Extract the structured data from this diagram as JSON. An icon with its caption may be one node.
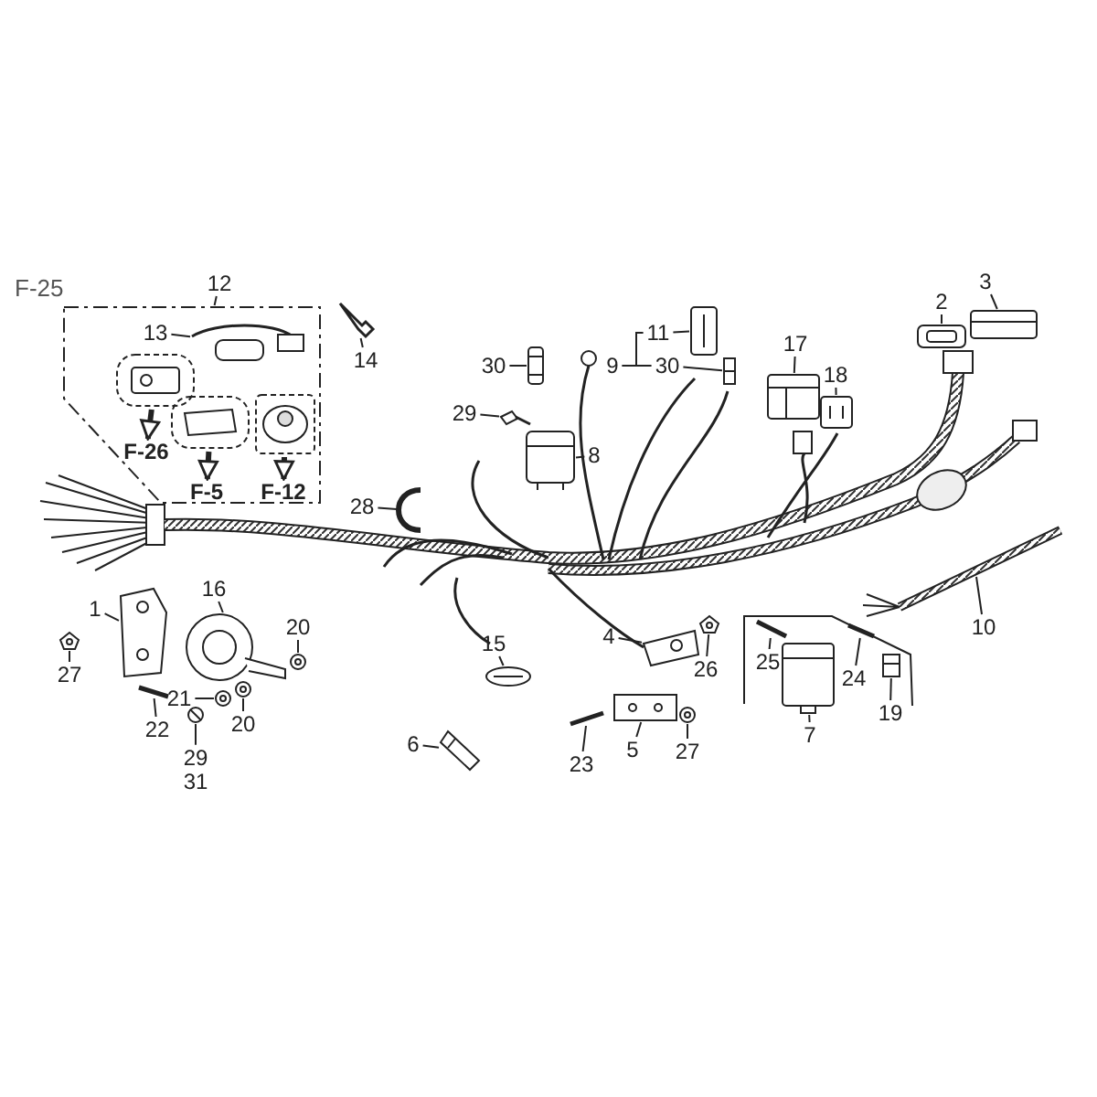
{
  "diagram": {
    "nodes": [
      {
        "text": [
          "12"
        ]
      },
      {
        "text": [],
        "shape": "box"
      },
      {
        "text": [
          "13"
        ],
        "in": 1
      },
      {
        "text": [],
        "shape": "picture",
        "in": 1
      },
      {
        "text": [
          "F-26"
        ],
        "in": 1
      },
      {
        "text": [],
        "shape": "picture",
        "in": 1
      },
      {
        "text": [
          "F-5"
        ],
        "in": 1
      },
      {
        "text": [],
        "shape": "picture",
        "in": 1
      },
      {
        "text": [
          "F-12"
        ],
        "in": 1
      },
      {
        "text": [
          "14"
        ]
      },
      {
        "text": [
          "30"
        ]
      },
      {
        "text": [
          "29"
        ]
      },
      {
        "text": [
          "28"
        ]
      },
      {
        "text": [
          "8"
        ]
      },
      {
        "text": [
          "11"
        ]
      },
      {
        "text": [
          "9"
        ]
      },
      {
        "text": [
          "30"
        ]
      },
      {
        "text": [
          "17"
        ]
      },
      {
        "text": [
          "18"
        ]
      },
      {
        "text": [
          "2"
        ]
      },
      {
        "text": [
          "3"
        ]
      },
      {
        "text": [
          "10"
        ]
      },
      {
        "text": [
          "1"
        ]
      },
      {
        "text": [
          "16"
        ]
      },
      {
        "text": [
          "27"
        ]
      },
      {
        "text": [
          "20"
        ]
      },
      {
        "text": [
          "21"
        ]
      },
      {
        "text": [
          "22"
        ]
      },
      {
        "text": [
          "20"
        ]
      },
      {
        "text": [
          "29",
          "31"
        ]
      },
      {
        "text": [
          "15"
        ]
      },
      {
        "text": [
          "4"
        ]
      },
      {
        "text": [
          "26"
        ]
      },
      {
        "text": [
          "6"
        ]
      },
      {
        "text": [
          "25"
        ]
      },
      {
        "text": [
          "24"
        ]
      },
      {
        "text": [
          "19"
        ]
      },
      {
        "text": [
          "7"
        ]
      },
      {
        "text": [
          "5"
        ]
      },
      {
        "text": [
          "27"
        ]
      },
      {
        "text": [
          "23"
        ]
      },
      {
        "text": [],
        "shape": "picture",
        "in": 1
      },
      {
        "text": [],
        "shape": "picture"
      },
      {
        "text": [],
        "shape": "picture"
      },
      {
        "text": [],
        "shape": "picture"
      },
      {
        "text": [],
        "shape": "picture"
      },
      {
        "text": [],
        "shape": "picture"
      },
      {
        "text": [],
        "shape": "picture"
      },
      {
        "text": [],
        "shape": "picture"
      },
      {
        "text": [],
        "shape": "picture"
      },
      {
        "text": [],
        "shape": "picture"
      },
      {
        "text": [],
        "shape": "picture"
      },
      {
        "text": [],
        "shape": "picture"
      },
      {
        "text": [],
        "shape": "picture"
      },
      {
        "text": [],
        "shape": "picture"
      },
      {
        "text": [],
        "shape": "picture"
      },
      {
        "text": [],
        "shape": "picture"
      },
      {
        "text": [],
        "shape": "picture"
      },
      {
        "text": [],
        "shape": "picture"
      },
      {
        "text": [],
        "shape": "picture"
      },
      {
        "text": [],
        "shape": "picture"
      },
      {
        "text": [],
        "shape": "picture"
      },
      {
        "text": [],
        "shape": "picture"
      },
      {
        "text": [],
        "shape": "picture"
      },
      {
        "text": [],
        "shape": "picture"
      },
      {
        "text": [],
        "shape": "picture"
      },
      {
        "text": [],
        "shape": "picture"
      },
      {
        "text": [],
        "shape": "picture"
      },
      {
        "text": [],
        "shape": "picture"
      },
      {
        "text": [],
        "shape": "picture"
      },
      {
        "text": [],
        "shape": "picture"
      },
      {
        "text": [],
        "shape": "picture"
      },
      {
        "text": [],
        "shape": "picture"
      }
    ],
    "edges": [
      {
        "from": 0,
        "to": 1,
        "arrow": "none"
      },
      {
        "from": 2,
        "to": 41,
        "arrow": "none"
      },
      {
        "from": 3,
        "to": 4,
        "arrow": "to",
        "style": "thick"
      },
      {
        "from": 5,
        "to": 6,
        "arrow": "to",
        "style": "thick"
      },
      {
        "from": 7,
        "to": 8,
        "arrow": "to",
        "style": "thick"
      },
      {
        "from": 9,
        "to": 42,
        "arrow": "none"
      },
      {
        "from": 10,
        "to": 43,
        "arrow": "none"
      },
      {
        "from": 11,
        "to": 44,
        "arrow": "none"
      },
      {
        "from": 12,
        "to": 45,
        "arrow": "none"
      },
      {
        "from": 13,
        "to": 46,
        "arrow": "none"
      },
      {
        "from": 14,
        "to": 47,
        "arrow": "none"
      },
      {
        "from": 15,
        "to": 14,
        "arrow": "none"
      },
      {
        "from": 15,
        "to": 16,
        "arrow": "none"
      },
      {
        "from": 16,
        "to": 48,
        "arrow": "none"
      },
      {
        "from": 17,
        "to": 49,
        "arrow": "none"
      },
      {
        "from": 18,
        "to": 50,
        "arrow": "none"
      },
      {
        "from": 19,
        "to": 51,
        "arrow": "none"
      },
      {
        "from": 20,
        "to": 52,
        "arrow": "none"
      },
      {
        "from": 21,
        "to": 53,
        "arrow": "none"
      },
      {
        "from": 22,
        "to": 54,
        "arrow": "none"
      },
      {
        "from": 23,
        "to": 55,
        "arrow": "none"
      },
      {
        "from": 24,
        "to": 56,
        "arrow": "none"
      },
      {
        "from": 25,
        "to": 57,
        "arrow": "none"
      },
      {
        "from": 26,
        "to": 58,
        "arrow": "none"
      },
      {
        "from": 27,
        "to": 59,
        "arrow": "none"
      },
      {
        "from": 28,
        "to": 60,
        "arrow": "none"
      },
      {
        "from": 29,
        "to": 61,
        "arrow": "none"
      },
      {
        "from": 30,
        "to": 62,
        "arrow": "none"
      },
      {
        "from": 31,
        "to": 63,
        "arrow": "none"
      },
      {
        "from": 32,
        "to": 64,
        "arrow": "none"
      },
      {
        "from": 33,
        "to": 65,
        "arrow": "none"
      },
      {
        "from": 34,
        "to": 66,
        "arrow": "none"
      },
      {
        "from": 35,
        "to": 67,
        "arrow": "none"
      },
      {
        "from": 36,
        "to": 68,
        "arrow": "none"
      },
      {
        "from": 37,
        "to": 69,
        "arrow": "none"
      },
      {
        "from": 38,
        "to": 70,
        "arrow": "none"
      },
      {
        "from": 39,
        "to": 71,
        "arrow": "none"
      },
      {
        "from": 40,
        "to": 72,
        "arrow": "none"
      }
    ],
    "labels": [
      "F-25"
    ]
  }
}
